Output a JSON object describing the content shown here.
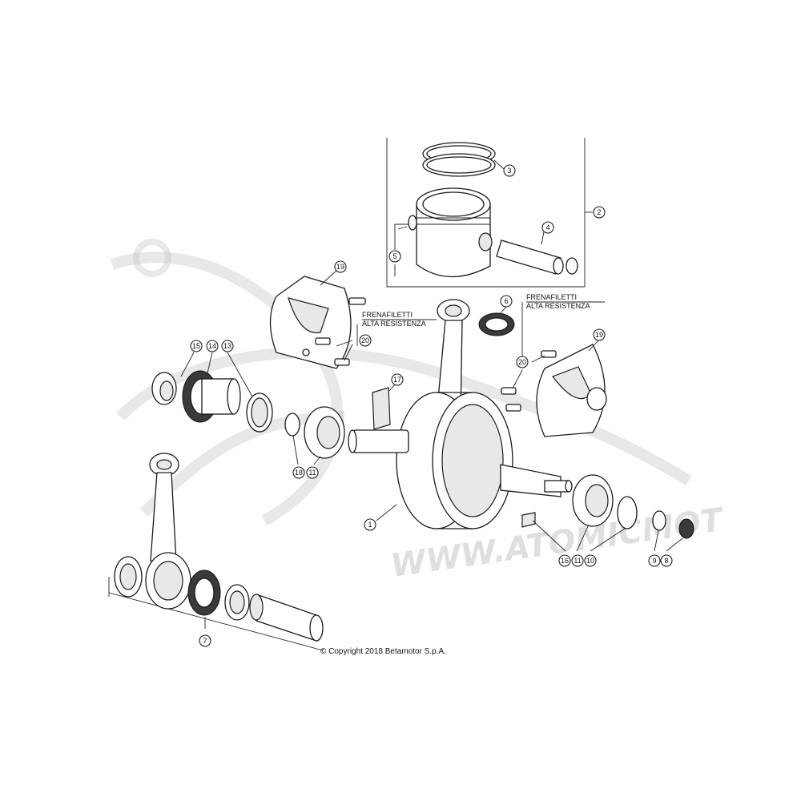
{
  "diagram": {
    "callouts": [
      {
        "id": "1",
        "label": "1"
      },
      {
        "id": "2",
        "label": "2"
      },
      {
        "id": "3",
        "label": "3"
      },
      {
        "id": "4",
        "label": "4"
      },
      {
        "id": "5",
        "label": "5"
      },
      {
        "id": "6",
        "label": "6"
      },
      {
        "id": "7",
        "label": "7"
      },
      {
        "id": "8",
        "label": "8"
      },
      {
        "id": "9",
        "label": "9"
      },
      {
        "id": "10",
        "label": "10"
      },
      {
        "id": "11a",
        "label": "11"
      },
      {
        "id": "11b",
        "label": "11"
      },
      {
        "id": "13",
        "label": "13"
      },
      {
        "id": "14",
        "label": "14"
      },
      {
        "id": "15",
        "label": "15"
      },
      {
        "id": "16",
        "label": "16"
      },
      {
        "id": "17",
        "label": "17"
      },
      {
        "id": "18",
        "label": "18"
      },
      {
        "id": "19a",
        "label": "19"
      },
      {
        "id": "19b",
        "label": "19"
      },
      {
        "id": "20a",
        "label": "20"
      },
      {
        "id": "20b",
        "label": "20"
      }
    ],
    "notes": {
      "left_line1": "FRENAFILETTI",
      "left_line2": "ALTA RESISTENZA",
      "right_line1": "FRENAFILETTI",
      "right_line2": "ALTA RESISTENZA"
    },
    "watermark_text": "WWW.ATOMICMOT",
    "copyright": "© Copyright 2018 Betamotor S.p.A."
  }
}
